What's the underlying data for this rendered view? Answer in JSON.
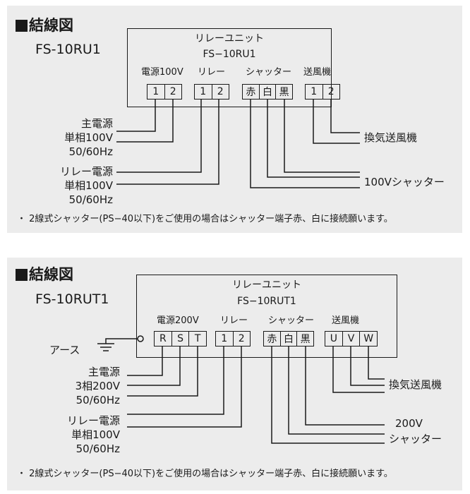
{
  "diagram1": {
    "heading": "結線図",
    "model": "FS-10RU1",
    "unit_title": "リレーユニット",
    "unit_model": "FS−10RU1",
    "groups": [
      {
        "name": "電源100V",
        "terminals": [
          "1",
          "2"
        ]
      },
      {
        "name": "リレー",
        "terminals": [
          "1",
          "2"
        ]
      },
      {
        "name": "シャッター",
        "terminals": [
          "赤",
          "白",
          "黒"
        ]
      },
      {
        "name": "送風機",
        "terminals": [
          "1",
          "2"
        ]
      }
    ],
    "left_labels": {
      "main_power": [
        "主電源",
        "単相100V",
        "50/60Hz"
      ],
      "relay_power": [
        "リレー電源",
        "単相100V",
        "50/60Hz"
      ]
    },
    "right_labels": {
      "fan": "換気送風機",
      "shutter": "100Vシャッター"
    },
    "note": "・ 2線式シャッター(PS−40以下)をご使用の場合はシャッター端子赤、白に接続願います。"
  },
  "diagram2": {
    "heading": "結線図",
    "model": "FS-10RUT1",
    "unit_title": "リレーユニット",
    "unit_model": "FS−10RUT1",
    "groups": [
      {
        "name": "電源200V",
        "terminals": [
          "R",
          "S",
          "T"
        ]
      },
      {
        "name": "リレー",
        "terminals": [
          "1",
          "2"
        ]
      },
      {
        "name": "シャッター",
        "terminals": [
          "赤",
          "白",
          "黒"
        ]
      },
      {
        "name": "送風機",
        "terminals": [
          "U",
          "V",
          "W"
        ]
      }
    ],
    "earth_label": "アース",
    "left_labels": {
      "main_power": [
        "主電源",
        "3相200V",
        "50/60Hz"
      ],
      "relay_power": [
        "リレー電源",
        "単相100V",
        "50/60Hz"
      ]
    },
    "right_labels": {
      "fan": "換気送風機",
      "shutter": [
        "200V",
        "シャッター"
      ]
    },
    "note": "・ 2線式シャッター(PS−40以下)をご使用の場合はシャッター端子赤、白に接続願います。"
  }
}
